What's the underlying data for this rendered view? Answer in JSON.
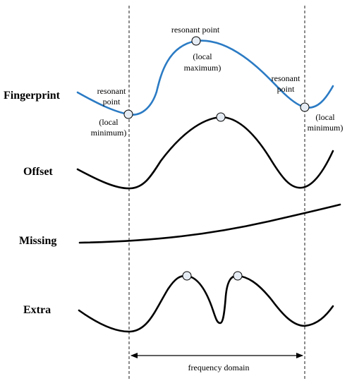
{
  "labels": {
    "fingerprint": "Fingerprint",
    "offset": "Offset",
    "missing": "Missing",
    "extra": "Extra"
  },
  "annotations": {
    "left_top": [
      "resonant",
      "point"
    ],
    "left_bottom": [
      "(local",
      "minimum)"
    ],
    "mid_top": "resonant point",
    "mid_bottom": [
      "(local",
      "maximum)"
    ],
    "right_top": [
      "resonant",
      "point"
    ],
    "right_bottom": [
      "(local",
      "minimum)"
    ],
    "axis": "frequency domain"
  },
  "colors": {
    "fingerprint_curve": "#2b7bc4",
    "other_curves": "#000000",
    "marker_fill": "#e6ecf3"
  }
}
